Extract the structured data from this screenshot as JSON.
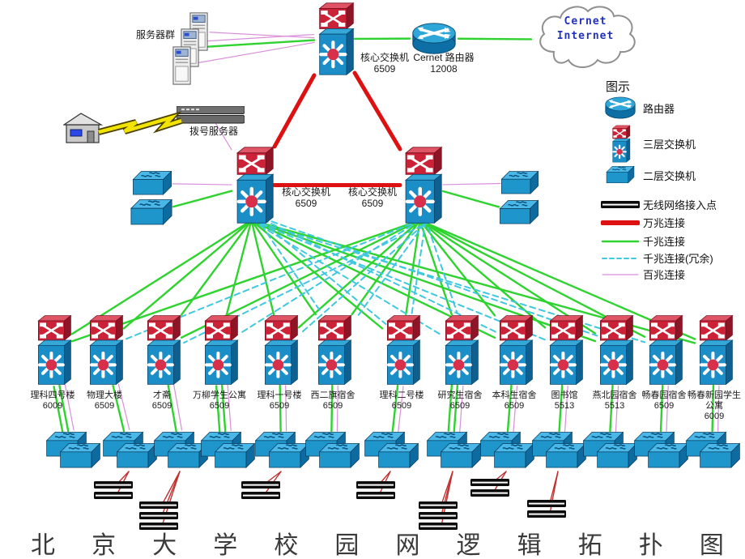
{
  "page_title": "北京大学校园网逻辑拓扑图",
  "cloud": {
    "line1": "Cernet",
    "line2": "Internet"
  },
  "top": {
    "core_label": "核心交换机",
    "core_model": "6509",
    "router_label": "Cernet 路由器",
    "router_model": "12008",
    "servers_label": "服务器群",
    "dialup_label": "拨号服务器"
  },
  "cores": {
    "left_label": "核心交换机",
    "left_model": "6509",
    "right_label": "核心交换机",
    "right_model": "6509"
  },
  "legend": {
    "title": "图示",
    "items": [
      {
        "type": "router",
        "label": "路由器"
      },
      {
        "type": "l3",
        "label": "三层交换机"
      },
      {
        "type": "l2",
        "label": "二层交换机"
      },
      {
        "type": "ap",
        "label": "无线网络接入点"
      },
      {
        "type": "line-10g",
        "label": "万兆连接"
      },
      {
        "type": "line-1g",
        "label": "千兆连接"
      },
      {
        "type": "line-1g-r",
        "label": "千兆连接(冗余)"
      },
      {
        "type": "line-100m",
        "label": "百兆连接"
      }
    ]
  },
  "buildings": [
    {
      "name": "理科四号楼",
      "model": "6009"
    },
    {
      "name": "物理大楼",
      "model": "6509"
    },
    {
      "name": "才斋",
      "model": "6509"
    },
    {
      "name": "万柳学生公寓",
      "model": "6509"
    },
    {
      "name": "理科一号楼",
      "model": "6509"
    },
    {
      "name": "西二旗宿舍",
      "model": "6509"
    },
    {
      "name": "理科二号楼",
      "model": "6509"
    },
    {
      "name": "研究生宿舍",
      "model": "6509"
    },
    {
      "name": "本科生宿舍",
      "model": "6509"
    },
    {
      "name": "图书馆",
      "model": "5513"
    },
    {
      "name": "燕北园宿舍",
      "model": "5513"
    },
    {
      "name": "畅春园宿舍",
      "model": "6509"
    },
    {
      "name": "畅春新园学生公寓",
      "model": "6009"
    }
  ],
  "colors": {
    "link_10g": "#dd1111",
    "link_1g": "#2fd32f",
    "link_1g_redundant": "#3fc8e0",
    "link_100m": "#d98fd9",
    "link_ap": "#c03030",
    "lightning": "#f2e400"
  },
  "connections": [
    {
      "from": "core-top",
      "to": "core-left",
      "type": "10g"
    },
    {
      "from": "core-top",
      "to": "core-right",
      "type": "10g"
    },
    {
      "from": "core-left",
      "to": "core-right",
      "type": "10g"
    },
    {
      "from": "core-top",
      "to": "router",
      "type": "1g"
    },
    {
      "from": "router",
      "to": "cloud",
      "type": "1g"
    },
    {
      "from": "sv2",
      "to": "core-top",
      "type": "1g"
    },
    {
      "from": "sv1",
      "to": "core-top",
      "type": "100m"
    },
    {
      "from": "sv2",
      "to": "core-top",
      "type": "100m"
    },
    {
      "from": "sv3",
      "to": "core-top",
      "type": "100m"
    },
    {
      "from": "dialup",
      "to": "core-left",
      "type": "100m"
    },
    {
      "from": "ls1",
      "to": "core-left",
      "type": "100m"
    },
    {
      "from": "ls2",
      "to": "core-left",
      "type": "1g"
    },
    {
      "from": "rs1",
      "to": "core-right",
      "type": "100m"
    },
    {
      "from": "rs2",
      "to": "core-right",
      "type": "1g"
    },
    {
      "from": "core-left",
      "to": "b1",
      "type": "1g"
    },
    {
      "from": "core-left",
      "to": "b2",
      "type": "1g"
    },
    {
      "from": "core-left",
      "to": "b3",
      "type": "1g"
    },
    {
      "from": "core-left",
      "to": "b4",
      "type": "1g"
    },
    {
      "from": "core-left",
      "to": "b5",
      "type": "1g"
    },
    {
      "from": "core-left",
      "to": "b6",
      "type": "1g"
    },
    {
      "from": "core-left",
      "to": "b7",
      "type": "1g"
    },
    {
      "from": "core-left",
      "to": "b9",
      "type": "1g"
    },
    {
      "from": "core-left",
      "to": "b11",
      "type": "1g"
    },
    {
      "from": "core-left",
      "to": "b13",
      "type": "1g"
    },
    {
      "from": "core-right",
      "to": "b1",
      "type": "1g"
    },
    {
      "from": "core-right",
      "to": "b3",
      "type": "1g"
    },
    {
      "from": "core-right",
      "to": "b5",
      "type": "1g"
    },
    {
      "from": "core-right",
      "to": "b6",
      "type": "1g"
    },
    {
      "from": "core-right",
      "to": "b7",
      "type": "1g"
    },
    {
      "from": "core-right",
      "to": "b8",
      "type": "1g"
    },
    {
      "from": "core-right",
      "to": "b9",
      "type": "1g"
    },
    {
      "from": "core-right",
      "to": "b10",
      "type": "1g"
    },
    {
      "from": "core-right",
      "to": "b11",
      "type": "1g"
    },
    {
      "from": "core-right",
      "to": "b12",
      "type": "1g"
    },
    {
      "from": "core-right",
      "to": "b13",
      "type": "1g"
    },
    {
      "from": "core-left",
      "to": "b6",
      "type": "1g-r"
    },
    {
      "from": "core-left",
      "to": "b7",
      "type": "1g-r"
    },
    {
      "from": "core-left",
      "to": "b8",
      "type": "1g-r"
    },
    {
      "from": "core-left",
      "to": "b9",
      "type": "1g-r"
    },
    {
      "from": "core-left",
      "to": "b10",
      "type": "1g-r"
    },
    {
      "from": "core-left",
      "to": "b11",
      "type": "1g-r"
    },
    {
      "from": "core-left",
      "to": "b12",
      "type": "1g-r"
    },
    {
      "from": "core-right",
      "to": "b2",
      "type": "1g-r"
    },
    {
      "from": "core-right",
      "to": "b3",
      "type": "1g-r"
    },
    {
      "from": "core-right",
      "to": "b4",
      "type": "1g-r"
    },
    {
      "from": "core-right",
      "to": "b5",
      "type": "1g-r"
    },
    {
      "from": "core-right",
      "to": "b6",
      "type": "1g-r"
    },
    {
      "from": "core-right",
      "to": "b7",
      "type": "1g-r"
    },
    {
      "from": "core-right",
      "to": "b8",
      "type": "1g-r"
    },
    {
      "from": "b1",
      "to": "c1",
      "type": "1g"
    },
    {
      "from": "b2",
      "to": "c2",
      "type": "1g"
    },
    {
      "from": "b3",
      "to": "c3",
      "type": "1g"
    },
    {
      "from": "b4",
      "to": "c4",
      "type": "1g"
    },
    {
      "from": "b5",
      "to": "c5",
      "type": "1g"
    },
    {
      "from": "b6",
      "to": "c6",
      "type": "1g"
    },
    {
      "from": "b7",
      "to": "c7",
      "type": "1g"
    },
    {
      "from": "b8",
      "to": "c8",
      "type": "1g"
    },
    {
      "from": "b9",
      "to": "c9",
      "type": "1g"
    },
    {
      "from": "b10",
      "to": "c10",
      "type": "1g"
    },
    {
      "from": "b11",
      "to": "c11",
      "type": "1g"
    },
    {
      "from": "b12",
      "to": "c12",
      "type": "1g"
    },
    {
      "from": "b13",
      "to": "c13",
      "type": "1g"
    },
    {
      "from": "b1",
      "to": "c1",
      "type": "100m"
    },
    {
      "from": "b2",
      "to": "c2",
      "type": "100m"
    },
    {
      "from": "b3",
      "to": "c3",
      "type": "100m"
    },
    {
      "from": "b4",
      "to": "c4",
      "type": "100m"
    },
    {
      "from": "b5",
      "to": "c5",
      "type": "100m"
    },
    {
      "from": "b6",
      "to": "c6",
      "type": "100m"
    },
    {
      "from": "b7",
      "to": "c7",
      "type": "100m"
    },
    {
      "from": "b8",
      "to": "c8",
      "type": "100m"
    },
    {
      "from": "b9",
      "to": "c9",
      "type": "100m"
    },
    {
      "from": "b10",
      "to": "c10",
      "type": "100m"
    },
    {
      "from": "b11",
      "to": "c11",
      "type": "100m"
    },
    {
      "from": "b12",
      "to": "c12",
      "type": "100m"
    },
    {
      "from": "b13",
      "to": "c13",
      "type": "100m"
    },
    {
      "from": "b1",
      "to": "c1",
      "type": "1g"
    },
    {
      "from": "b4",
      "to": "c4",
      "type": "1g"
    },
    {
      "from": "b8",
      "to": "c8",
      "type": "1g"
    },
    {
      "from": "c2",
      "to": "ap1",
      "type": "ap"
    },
    {
      "from": "c3",
      "to": "ap2",
      "type": "ap"
    },
    {
      "from": "c5",
      "to": "ap3",
      "type": "ap"
    },
    {
      "from": "c7",
      "to": "ap4",
      "type": "ap"
    },
    {
      "from": "c8",
      "to": "ap5",
      "type": "ap"
    },
    {
      "from": "c9",
      "to": "ap6",
      "type": "ap"
    },
    {
      "from": "c10",
      "to": "ap7",
      "type": "ap"
    }
  ]
}
